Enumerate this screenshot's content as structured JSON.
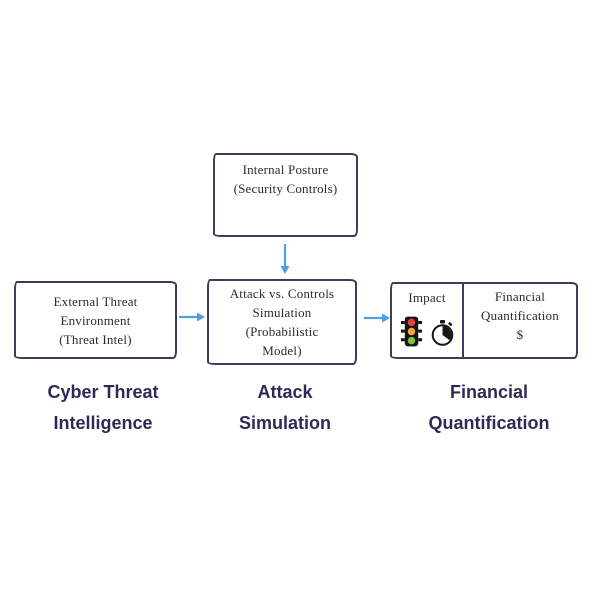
{
  "colors": {
    "background": "#ffffff",
    "box_border": "#3e3c5a",
    "box_text": "#2b2b2b",
    "label_text": "#2e2a56",
    "arrow": "#4f9ee8",
    "traffic_red": "#e8413c",
    "traffic_amber": "#f5a73b",
    "traffic_green": "#7dc242",
    "icon_black": "#151515"
  },
  "boxes": {
    "internal_posture": {
      "lines": [
        "Internal Posture",
        "(Security Controls)"
      ]
    },
    "external_threat": {
      "lines": [
        "External Threat",
        "Environment",
        "(Threat Intel)"
      ]
    },
    "attack_simulation": {
      "lines": [
        "Attack vs. Controls",
        "Simulation",
        "(Probabilistic",
        "Model)"
      ]
    },
    "impact": {
      "title": "Impact",
      "icons": [
        "traffic-light",
        "stopwatch"
      ]
    },
    "financial_quantification": {
      "lines": [
        "Financial",
        "Quantification",
        "$"
      ]
    }
  },
  "stage_labels": {
    "cyber_threat_intelligence": {
      "lines": [
        "Cyber Threat",
        "Intelligence"
      ]
    },
    "attack_simulation": {
      "lines": [
        "Attack",
        "Simulation"
      ]
    },
    "financial_quantification": {
      "lines": [
        "Financial",
        "Quantification"
      ]
    }
  }
}
